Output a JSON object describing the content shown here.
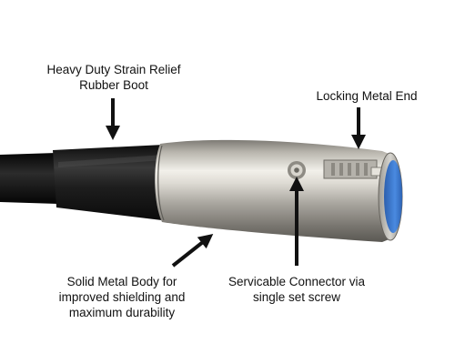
{
  "labels": {
    "strain_relief": {
      "line1": "Heavy Duty Strain Relief",
      "line2": "Rubber Boot"
    },
    "locking_end": {
      "line1": "Locking Metal End"
    },
    "metal_body": {
      "line1": "Solid Metal Body for",
      "line2": "improved shielding and",
      "line3": "maximum durability"
    },
    "set_screw": {
      "line1": "Servicable Connector via",
      "line2": "single set screw"
    }
  },
  "colors": {
    "cable": "#141414",
    "boot": "#1e1e1e",
    "metal_light": "#eceae4",
    "metal_mid": "#b4b1aa",
    "metal_dark": "#6f6c66",
    "contact_insert": "#3f7fd6",
    "arrow": "#111111",
    "text": "#111111"
  }
}
